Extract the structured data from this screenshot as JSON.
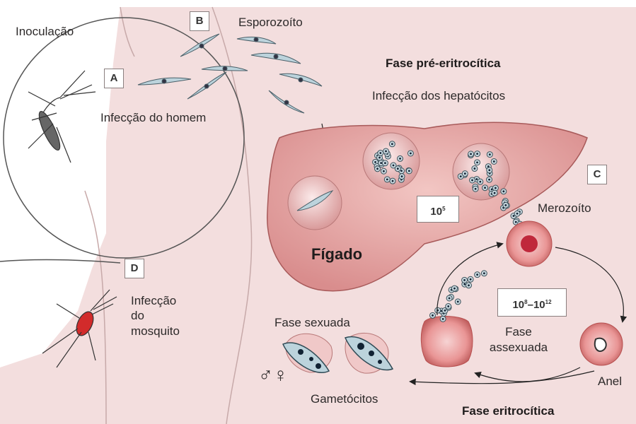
{
  "labels": {
    "inoculacao": "Inoculação",
    "esporozoito": "Esporozoíto",
    "fase_pre": "Fase pré-eritrocítica",
    "infeccao_hepatocitos": "Infecção dos hepatócitos",
    "infeccao_homem": "Infecção do homem",
    "figado": "Fígado",
    "merozoito": "Merozoíto",
    "infeccao_mosquito": [
      "Infecção",
      "do",
      "mosquito"
    ],
    "fase_sexuada": "Fase sexuada",
    "gametocitos": "Gametócitos",
    "fase_assexuada": [
      "Fase",
      "assexuada"
    ],
    "anel": "Anel",
    "fase_eritrocitica": "Fase eritrocítica"
  },
  "markers": {
    "a": "A",
    "b": "B",
    "c": "C",
    "d": "D"
  },
  "counts": {
    "liver": {
      "base": "10",
      "exp": "5"
    },
    "blood": {
      "base1": "10",
      "exp1": "8",
      "sep": "–",
      "base2": "10",
      "exp2": "12"
    }
  },
  "symbols": {
    "male_female": "♂♀"
  },
  "colors": {
    "skin": "#f3dede",
    "skin_outline": "#c7a9a9",
    "liver": "#e7a9a9",
    "liver_outline": "#a85a5a",
    "parasite": "#bcd3dc",
    "blood_cell": "#d77c7c",
    "cell_center": "#c0283b"
  }
}
